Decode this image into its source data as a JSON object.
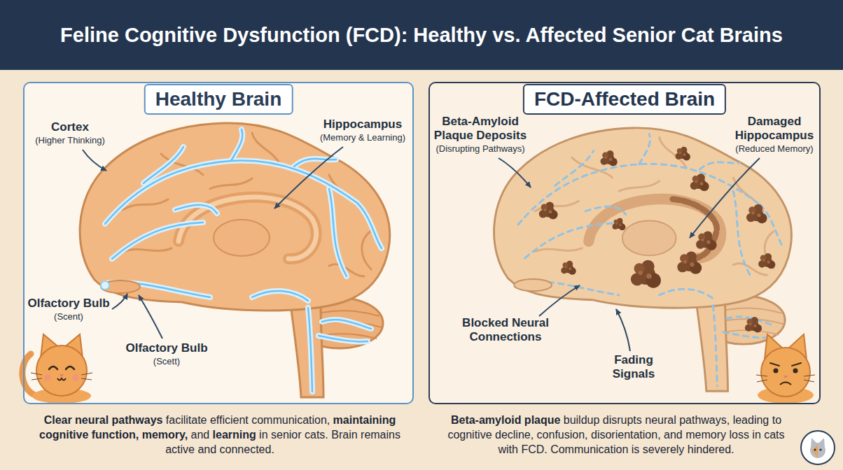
{
  "diagram": {
    "title": "Feline Cognitive Dysfunction (FCD): Healthy vs. Affected Senior Cat Brains",
    "nodes": [
      {
        "text": [
          "Healthy Brain"
        ]
      },
      {
        "text": [
          "FCD-Affected Brain"
        ]
      }
    ],
    "labels": [
      "Cortex",
      "(Higher Thinking)",
      "Hippocampus",
      "(Memory & Learning)",
      "Olfactory Bulb",
      "(Scent)",
      "Olfactory Bulb",
      "(Scett)",
      "Beta-Amyloid Plaque Deposits",
      "(Disrupting Pathways)",
      "Damaged Hippocampus",
      "(Reduced Memory)",
      "Blocked Neural Connections",
      "Fading Signals",
      "Clear neural pathways",
      "facilitate efficient communication,",
      "maintaining cognitive function, memory,",
      "and",
      "learning",
      "in senior cats. Brain remains active and connected.",
      "Beta-amyloid plaque",
      "buildup disrupts neural pathways, leading to cognitive decline, confusion, disorientation, and memory loss in cats with FCD. Communication is severely hindered."
    ]
  }
}
